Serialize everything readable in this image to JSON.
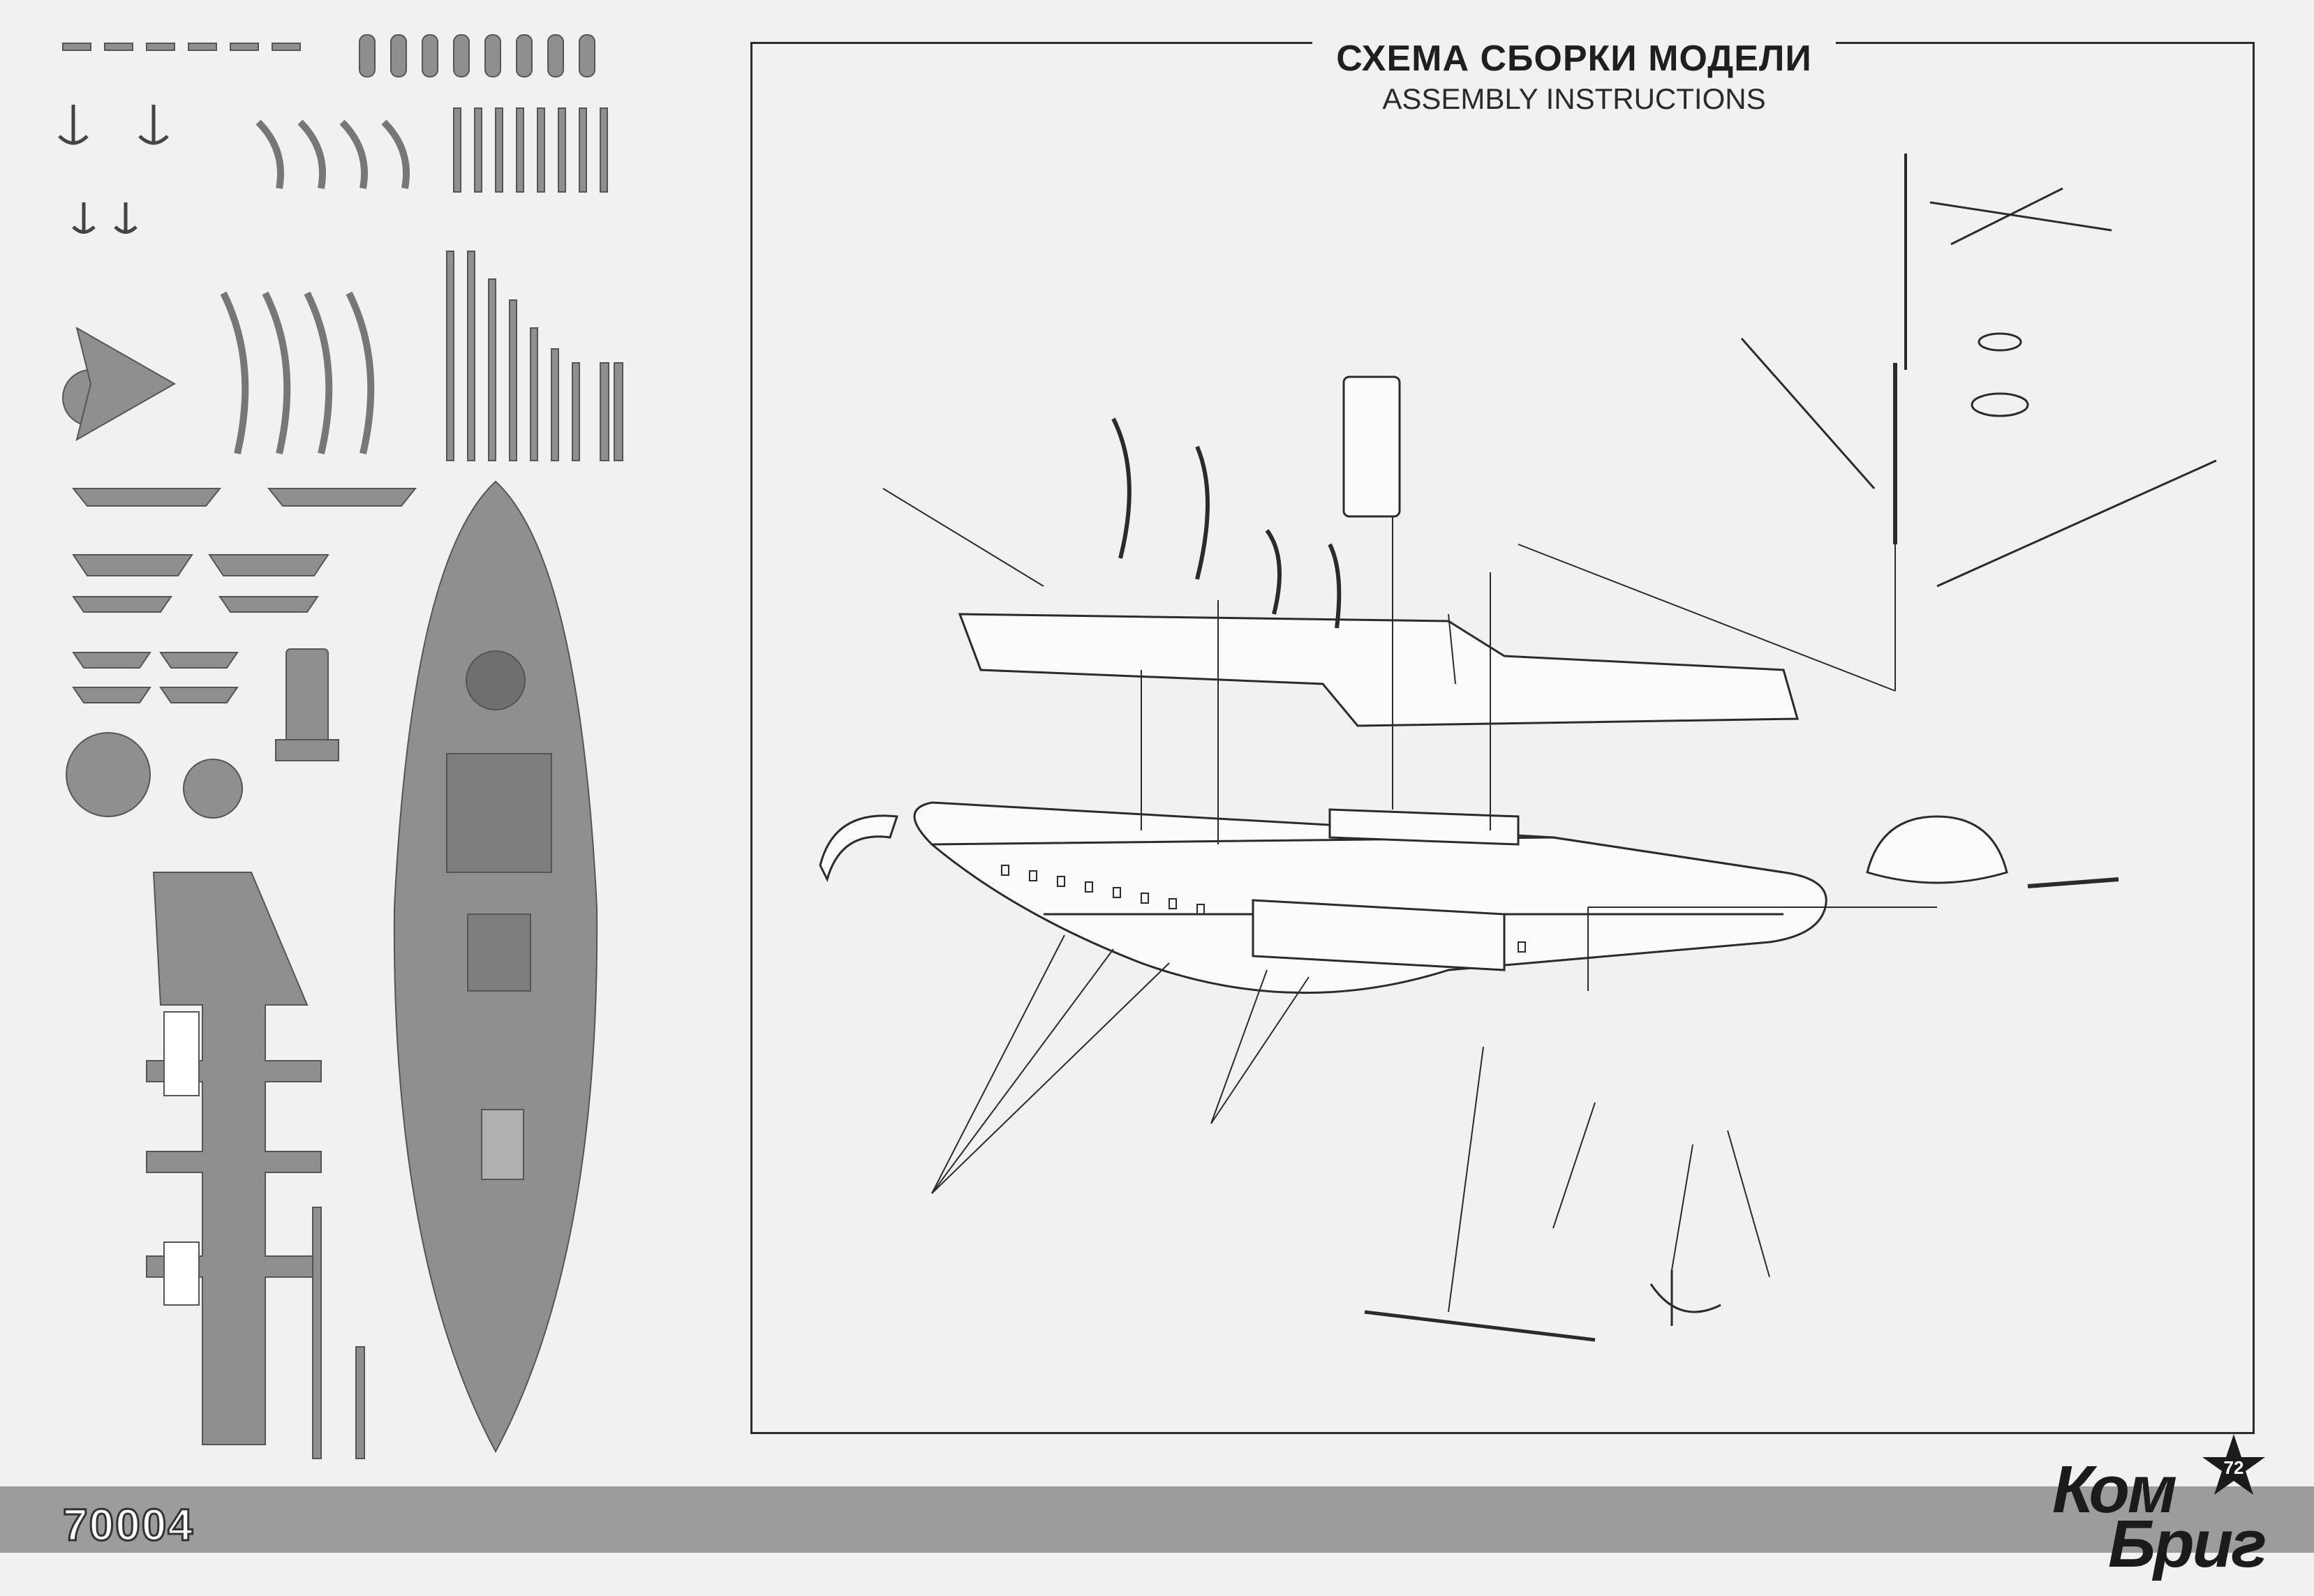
{
  "header": {
    "title_ru": "СХЕМА СБОРКИ МОДЕЛИ",
    "title_en": "ASSEMBLY INSTRUCTIONS"
  },
  "footer": {
    "kit_number": "70004",
    "brand_line1": "Ком",
    "brand_line2": "Бриг",
    "brand_badge": "72"
  },
  "colors": {
    "paper": "#f2f1ef",
    "part_grey": "#8f8f8f",
    "line": "#2b2b2b",
    "bar": "#9c9c9c"
  }
}
